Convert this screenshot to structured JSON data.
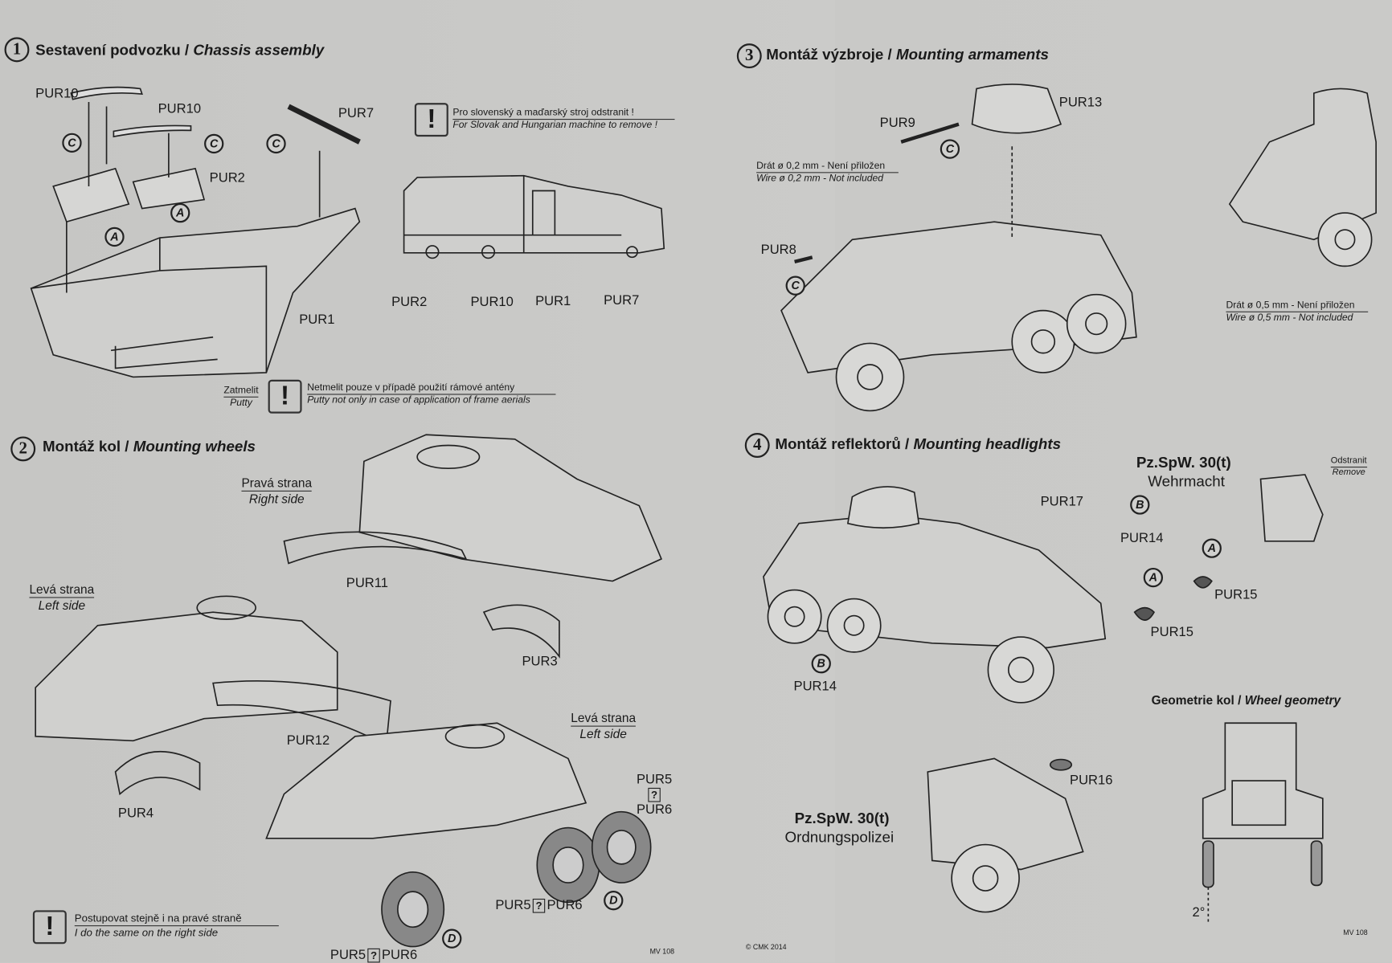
{
  "step1": {
    "number": "1",
    "title_cz": "Sestavení podvozku / ",
    "title_en": "Chassis assembly",
    "parts": [
      "PUR10",
      "PUR10",
      "PUR7",
      "PUR2",
      "PUR1"
    ],
    "markers": [
      "C",
      "C",
      "C",
      "A",
      "A"
    ],
    "warning": {
      "icon": "!",
      "cz": "Pro slovenský a maďarský stroj odstranit !",
      "en": "For Slovak and Hungarian machine to remove !"
    },
    "side_parts": [
      "PUR2",
      "PUR10",
      "PUR1",
      "PUR7"
    ],
    "putty": {
      "cz": "Zatmelit",
      "en": "Putty"
    },
    "putty_warning": {
      "icon": "!",
      "cz": "Netmelit pouze v případě použití rámové antény",
      "en": "Putty not only in case of application of frame aerials"
    }
  },
  "step2": {
    "number": "2",
    "title_cz": "Montáž kol / ",
    "title_en": "Mounting  wheels",
    "right_side": {
      "cz": "Pravá strana",
      "en": "Right side"
    },
    "left_side": {
      "cz": "Levá strana",
      "en": "Left side"
    },
    "left_side2": {
      "cz": "Levá strana",
      "en": "Left side"
    },
    "parts": [
      "PUR11",
      "PUR3",
      "PUR12",
      "PUR4"
    ],
    "wheel_parts": {
      "a": "PUR5",
      "b": "PUR6",
      "q": "?",
      "marker": "D"
    },
    "warning": {
      "icon": "!",
      "cz": "Postupovat stejně i na pravé straně",
      "en": "I do the same on the right side"
    },
    "page_code": "MV 108"
  },
  "step3": {
    "number": "3",
    "title_cz": "Montáž výzbroje / ",
    "title_en": "Mounting armaments",
    "parts": [
      "PUR13",
      "PUR9",
      "PUR8"
    ],
    "markers": [
      "C",
      "C"
    ],
    "wire1": {
      "cz": "Drát ø  0,2 mm - Není přiložen",
      "en": "Wire ø  0,2 mm - Not included"
    },
    "wire2": {
      "cz": "Drát ø  0,5 mm - Není přiložen",
      "en": "Wire ø  0,5 mm - Not included"
    }
  },
  "step4": {
    "number": "4",
    "title_cz": "Montáž reflektorů / ",
    "title_en": "Mounting headlights",
    "variant1": {
      "name": "Pz.SpW. 30(t)",
      "unit": "Wehrmacht"
    },
    "remove": {
      "cz": "Odstranit",
      "en": "Remove"
    },
    "parts": [
      "PUR17",
      "PUR14",
      "PUR15",
      "PUR15",
      "PUR14",
      "PUR16"
    ],
    "markers": [
      "B",
      "A",
      "A",
      "B"
    ],
    "geometry": {
      "cz": "Geometrie kol / ",
      "en": "Wheel geometry",
      "angle": "2°"
    },
    "variant2": {
      "name": "Pz.SpW. 30(t)",
      "unit": "Ordnungspolizei"
    },
    "copyright": "© CMK 2014",
    "page_code": "MV 108"
  }
}
